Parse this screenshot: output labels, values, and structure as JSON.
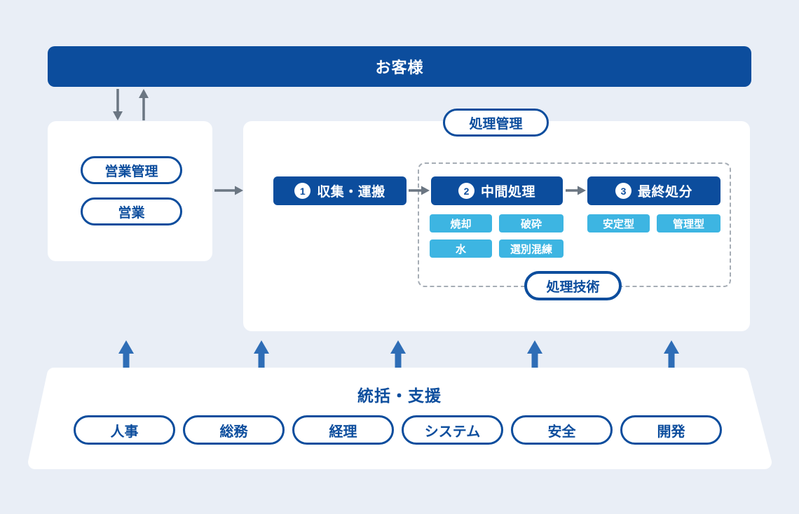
{
  "colors": {
    "background": "#e9eef6",
    "dark_blue": "#0c4d9d",
    "light_blue": "#3db5e2",
    "arrow_gray": "#6b7682",
    "arrow_blue": "#2e6db6",
    "dash_gray": "#a6adb5",
    "panel_white": "#ffffff"
  },
  "customer_bar": {
    "label": "お客様"
  },
  "management_pill": {
    "label": "処理管理"
  },
  "sales_box": {
    "items": [
      {
        "label": "営業管理"
      },
      {
        "label": "営業"
      }
    ]
  },
  "process": {
    "steps": [
      {
        "number": "1",
        "label": "収集・運搬",
        "methods": []
      },
      {
        "number": "2",
        "label": "中間処理",
        "methods": [
          "焼却",
          "破砕",
          "水",
          "選別混練"
        ]
      },
      {
        "number": "3",
        "label": "最終処分",
        "methods": [
          "安定型",
          "管理型"
        ]
      }
    ],
    "technology_pill": {
      "label": "処理技術"
    }
  },
  "support": {
    "title": "統括・支援",
    "items": [
      {
        "label": "人事"
      },
      {
        "label": "総務"
      },
      {
        "label": "経理"
      },
      {
        "label": "システム"
      },
      {
        "label": "安全"
      },
      {
        "label": "開発"
      }
    ]
  }
}
